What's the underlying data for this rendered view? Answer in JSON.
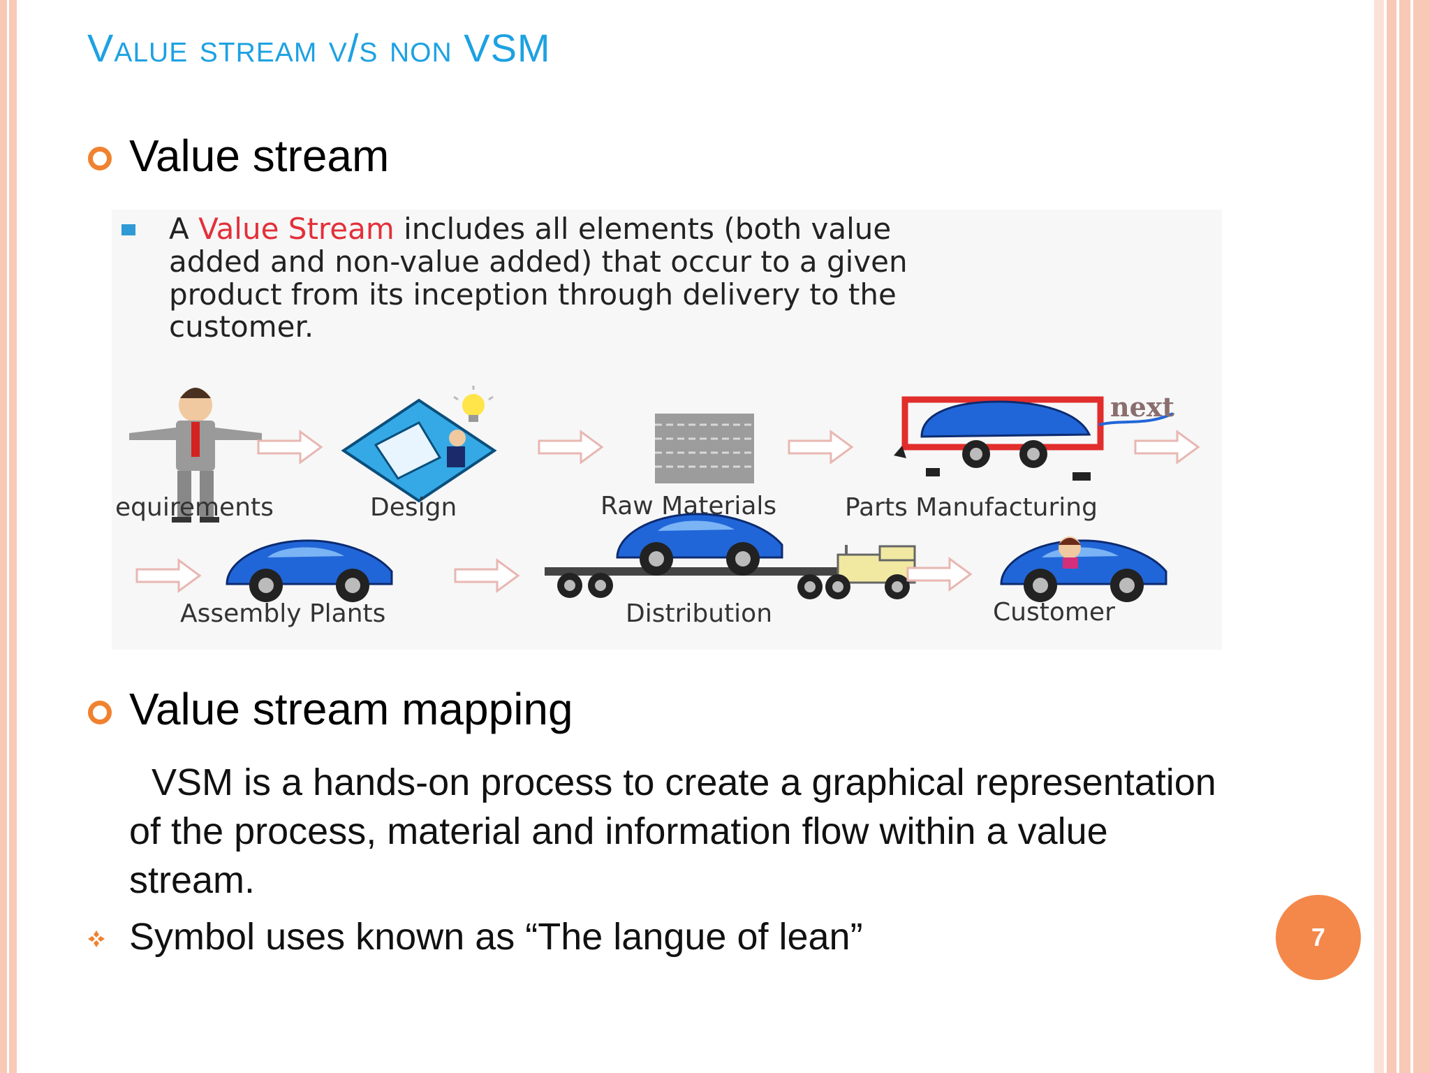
{
  "slide": {
    "title": "Value stream v/s non VSM",
    "page_number": "7",
    "accent_color": "#1da1e2",
    "bullet_color": "#f0822f"
  },
  "section1": {
    "heading": "Value stream",
    "infographic": {
      "definition_prefix": "A",
      "definition_highlight": "Value Stream",
      "definition_rest_line1": "includes all elements (both value",
      "definition_line2": "added and non-value added) that occur to a given",
      "definition_line3": "product from its inception through delivery to the",
      "definition_line4": "customer.",
      "highlight_color": "#e3303a",
      "stages": {
        "requirements": "equirements",
        "design": "Design",
        "raw_materials": "Raw Materials",
        "parts_manufacturing": "Parts Manufacturing",
        "assembly_plants": "Assembly Plants",
        "distribution": "Distribution",
        "customer": "Customer"
      },
      "next_label": "next"
    }
  },
  "section2": {
    "heading": "Value stream mapping",
    "body": "VSM is a hands-on process to create a graphical representation of the process, material and information flow within a value stream.",
    "symbol_line": "Symbol uses known as “The langue of lean”"
  }
}
